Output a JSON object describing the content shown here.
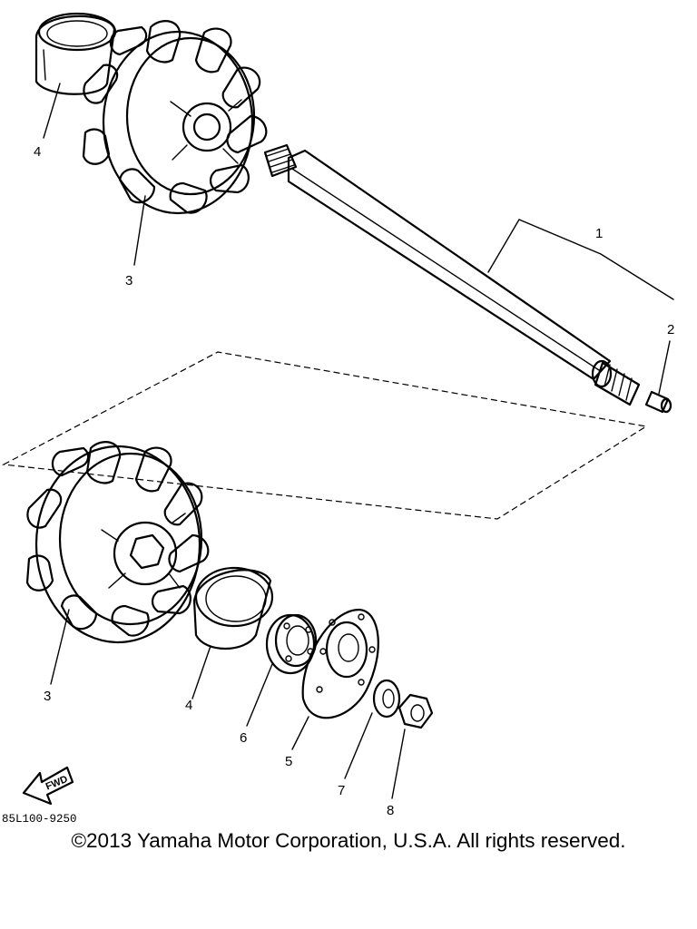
{
  "callouts": {
    "c1": "1",
    "c2": "2",
    "c3_top": "3",
    "c4_top": "4",
    "c3_bottom": "3",
    "c4_bottom": "4",
    "c5": "5",
    "c6": "6",
    "c7": "7",
    "c8": "8"
  },
  "forward_label": "FWD",
  "diagram_code": "85L100-9250",
  "copyright": "©2013 Yamaha Motor Corporation, U.S.A. All rights reserved."
}
